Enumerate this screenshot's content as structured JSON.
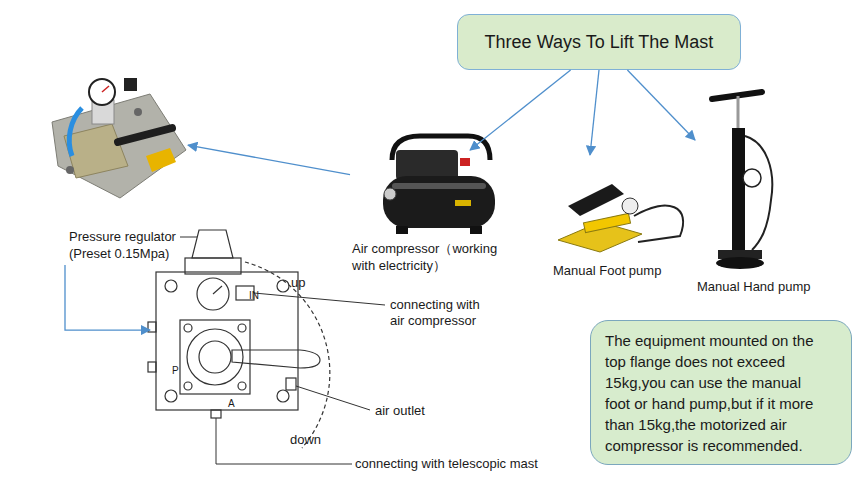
{
  "diagram": {
    "nodes": [
      {
        "text": [
          "Three Ways To Lift The Mast"
        ]
      },
      {
        "text": [
          "Air compressor（working with electricity）"
        ]
      },
      {
        "text": [
          "Manual Foot pump"
        ]
      },
      {
        "text": [
          "Manual Hand pump"
        ]
      },
      {
        "text": [
          "Pressure regulator (Preset 0.15Mpa)"
        ]
      },
      {
        "text": [
          "IN",
          "P",
          "A"
        ]
      },
      {
        "text": [
          "The equipment mounted on the top flange does not exceed 15kg,you can use the manual foot or hand pump,but if it more than 15kg,the motorized air compressor is recommended."
        ]
      }
    ],
    "edges": [
      {
        "from": 0,
        "to": 1,
        "arrow": "to"
      },
      {
        "from": 0,
        "to": 2,
        "arrow": "to"
      },
      {
        "from": 0,
        "to": 3,
        "arrow": "to"
      },
      {
        "from": 1,
        "to": 4,
        "arrow": "to"
      },
      {
        "from": 4,
        "to": 5,
        "arrow": "to"
      }
    ],
    "labels": [
      "up",
      "connecting with air compressor",
      "air outlet",
      "down",
      "connecting with telescopic mast"
    ]
  }
}
